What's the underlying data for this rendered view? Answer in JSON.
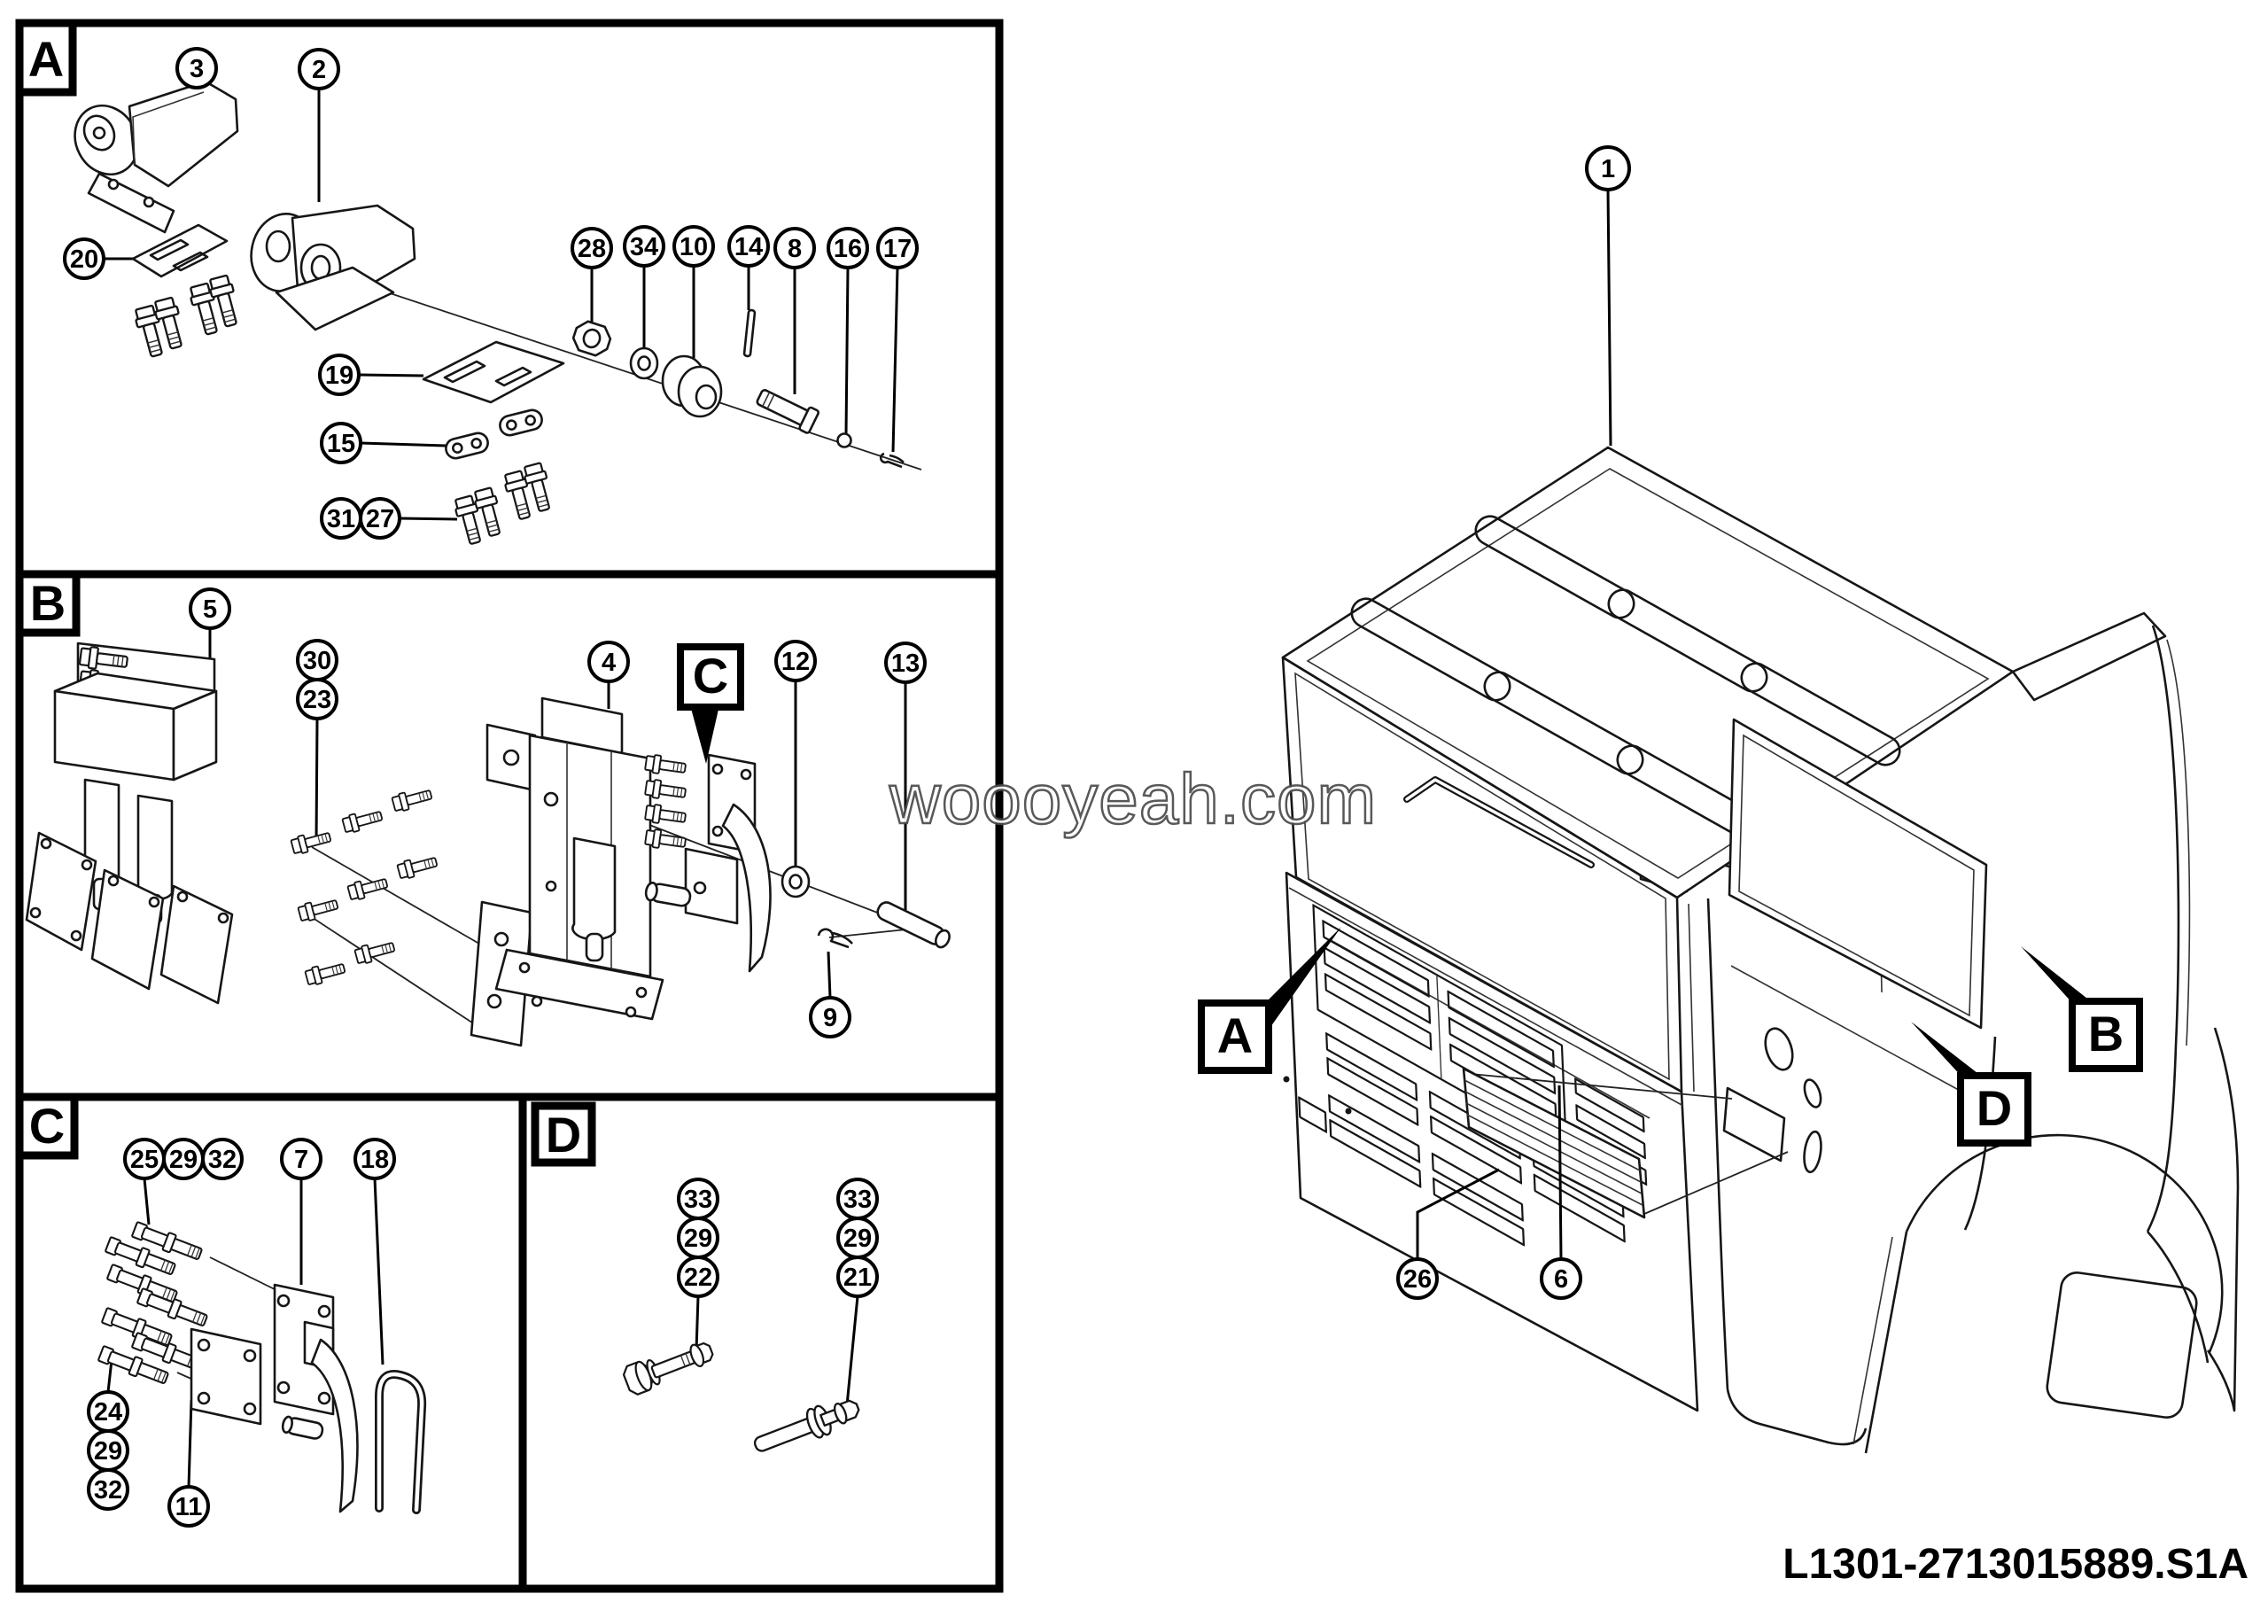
{
  "document": {
    "watermark": "woooyeah.com",
    "drawing_number": "L1301-2713015889.S1A"
  },
  "panels": {
    "a": {
      "label": "A",
      "callouts": [
        "3",
        "2",
        "20",
        "28",
        "34",
        "10",
        "14",
        "8",
        "16",
        "17",
        "19",
        "15",
        "31",
        "27"
      ]
    },
    "b": {
      "label": "B",
      "detail_ref_label": "C",
      "callouts": [
        "5",
        "30",
        "23",
        "4",
        "12",
        "13",
        "9"
      ]
    },
    "c": {
      "label": "C",
      "callouts": [
        "25",
        "29",
        "32",
        "7",
        "18",
        "24",
        "29",
        "32",
        "11"
      ]
    },
    "d": {
      "label": "D",
      "callouts": [
        "33",
        "29",
        "22",
        "33",
        "29",
        "21"
      ]
    }
  },
  "cab": {
    "callouts": [
      "1",
      "26",
      "6"
    ],
    "detail_refs": [
      {
        "label": "A"
      },
      {
        "label": "B"
      },
      {
        "label": "D"
      }
    ]
  }
}
